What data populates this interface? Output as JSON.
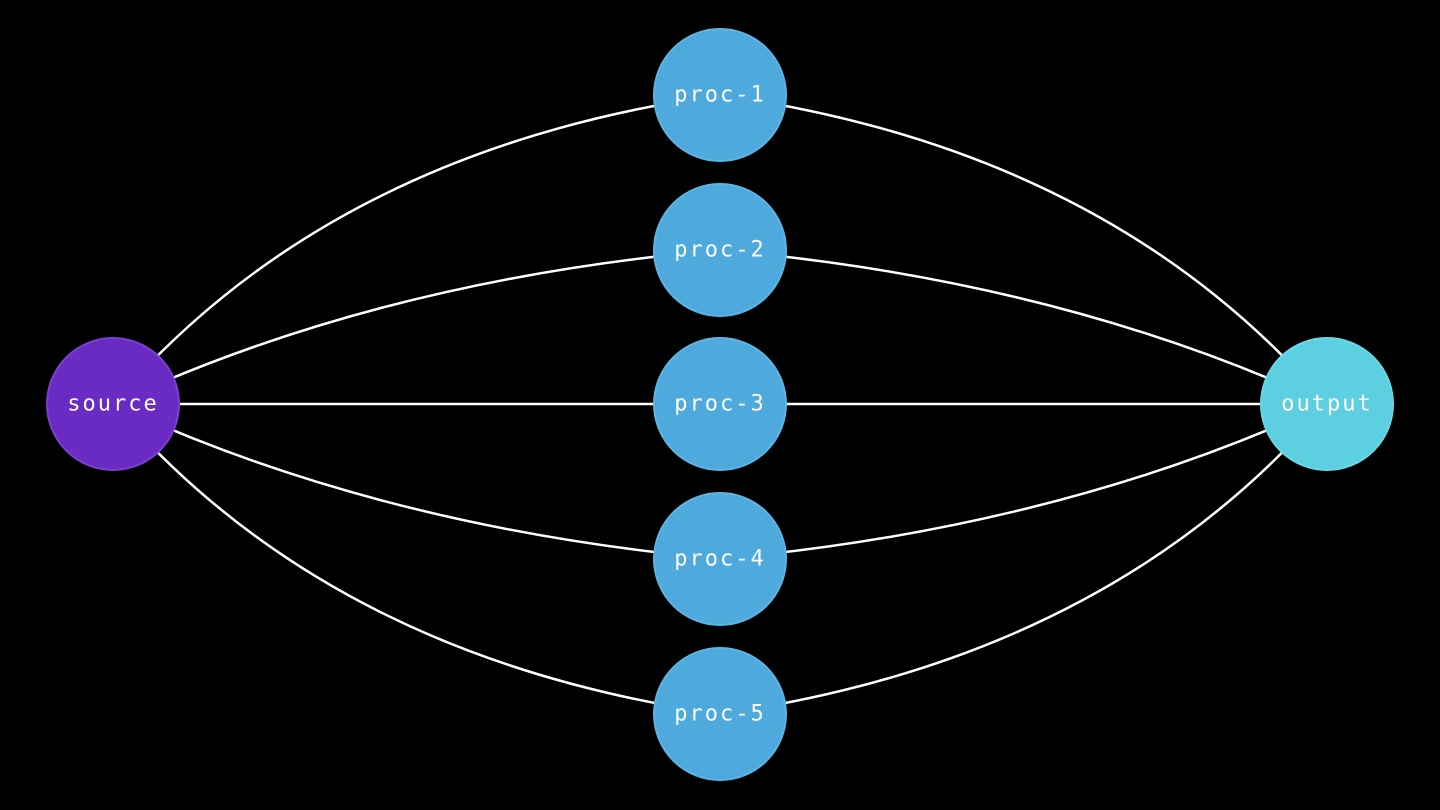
{
  "diagram": {
    "nodes": [
      {
        "id": "source",
        "label": "source",
        "color": "#6a2bc2",
        "stroke": "#7b3fd0"
      },
      {
        "id": "proc-1",
        "label": "proc-1",
        "color": "#4ea9dc",
        "stroke": "#5cb4e2"
      },
      {
        "id": "proc-2",
        "label": "proc-2",
        "color": "#4ea9dc",
        "stroke": "#5cb4e2"
      },
      {
        "id": "proc-3",
        "label": "proc-3",
        "color": "#4ea9dc",
        "stroke": "#5cb4e2"
      },
      {
        "id": "proc-4",
        "label": "proc-4",
        "color": "#4ea9dc",
        "stroke": "#5cb4e2"
      },
      {
        "id": "proc-5",
        "label": "proc-5",
        "color": "#4ea9dc",
        "stroke": "#5cb4e2"
      },
      {
        "id": "output",
        "label": "output",
        "color": "#5ccfe0",
        "stroke": "#6ad6e6"
      }
    ],
    "edges": [
      {
        "from": "source",
        "to": "proc-1"
      },
      {
        "from": "source",
        "to": "proc-2"
      },
      {
        "from": "source",
        "to": "proc-3"
      },
      {
        "from": "source",
        "to": "proc-4"
      },
      {
        "from": "source",
        "to": "proc-5"
      },
      {
        "from": "proc-1",
        "to": "output"
      },
      {
        "from": "proc-2",
        "to": "output"
      },
      {
        "from": "proc-3",
        "to": "output"
      },
      {
        "from": "proc-4",
        "to": "output"
      },
      {
        "from": "proc-5",
        "to": "output"
      }
    ],
    "edge_color": "#ffffff",
    "background": "#000000"
  }
}
